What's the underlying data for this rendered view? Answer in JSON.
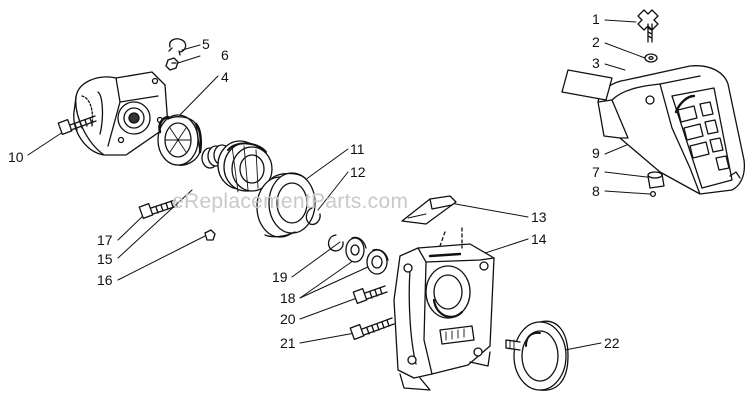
{
  "watermark": "eReplacementParts.com",
  "part_numbers": {
    "p1": "1",
    "p2": "2",
    "p3": "3",
    "p4": "4",
    "p5": "5",
    "p6": "6",
    "p7": "7",
    "p8": "8",
    "p9": "9",
    "p10": "10",
    "p11": "11",
    "p12": "12",
    "p13": "13",
    "p14": "14",
    "p15": "15",
    "p16": "16",
    "p17": "17",
    "p18": "18",
    "p19": "19",
    "p20": "20",
    "p21": "21",
    "p22": "22"
  }
}
